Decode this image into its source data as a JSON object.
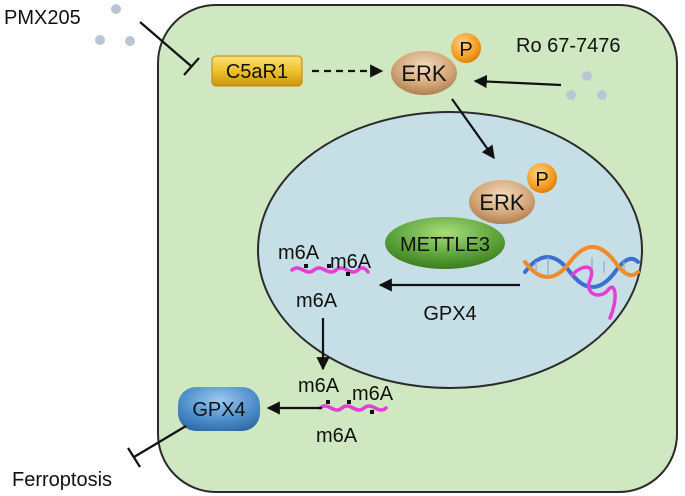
{
  "labels": {
    "pmx205": "PMX205",
    "c5ar1": "C5aR1",
    "erk": "ERK",
    "erk_nucleus": "ERK",
    "phospho_1": "P",
    "phospho_2": "P",
    "ro": "Ro 67-7476",
    "mettl3": "METTLE3",
    "gpx4_gene": "GPX4",
    "gpx4_protein": "GPX4",
    "ferroptosis": "Ferroptosis",
    "m6a": "m6A"
  },
  "colors": {
    "cell_fill": "#cfe8c1",
    "nucleus_fill": "#c6dfe6",
    "c5ar1_fill": "#f0c02a",
    "erk_fill": "#c59868",
    "phospho_fill": "#f29a1d",
    "mettl3_fill": "#5aa238",
    "gpx4_fill": "#4d8fcb",
    "mrna": "#e33fd6",
    "drug_dots": "#b9c6d6"
  }
}
